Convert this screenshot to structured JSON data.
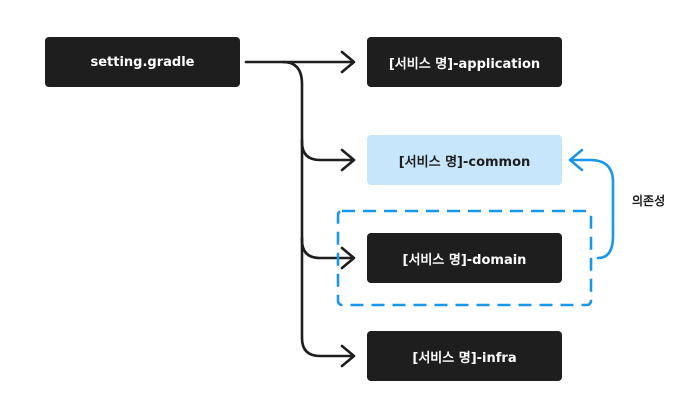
{
  "nodes": {
    "settings": "setting.gradle",
    "application": "[서비스 명]-application",
    "common": "[서비스 명]-common",
    "domain": "[서비스 명]-domain",
    "infra": "[서비스 명]-infra"
  },
  "dependency_label": "의존성",
  "colors": {
    "dark_node": "#1e1e1e",
    "light_node": "#c7e5fb",
    "connector": "#1e1e1e",
    "dependency_accent": "#1a97ea"
  }
}
